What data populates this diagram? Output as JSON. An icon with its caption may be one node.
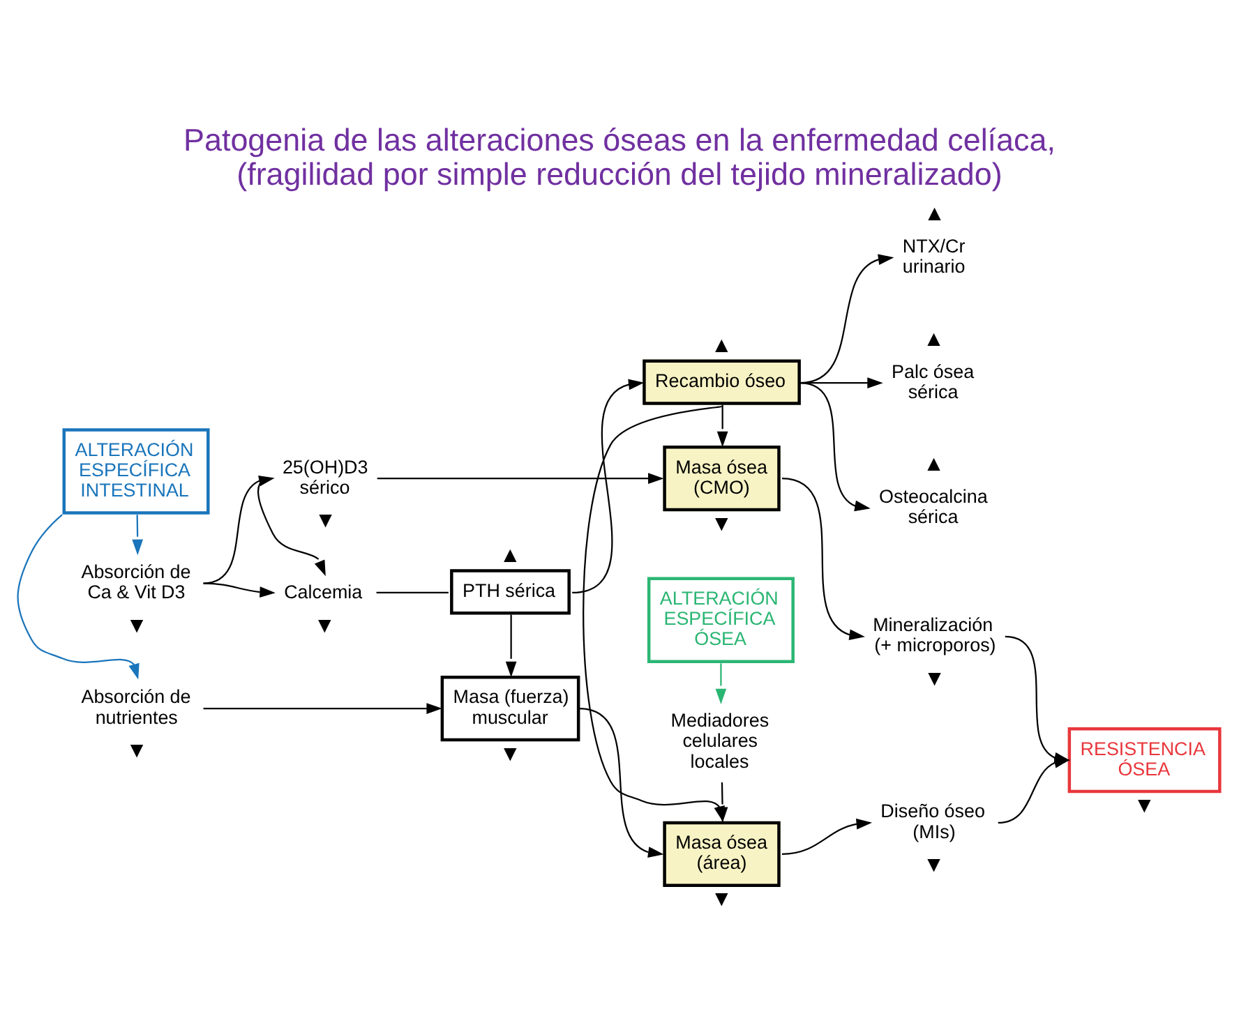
{
  "diagram": {
    "title": "Patogenia de las alteraciones óseas en la enfermedad celíaca, (fragilidad por simple reducción del tejido mineralizado)",
    "nodes": [
      {
        "text": [
          "25(OH)D3 sérico"
        ],
        "beside": [
          "▼"
        ]
      },
      {
        "text": [
          "Masa ósea (CMO)"
        ],
        "beside": [
          "▼"
        ]
      },
      {
        "text": [
          "Mineralización (+ microporos)"
        ],
        "beside": [
          "▼"
        ]
      },
      {
        "text": [
          "NTX/Cr urinario"
        ],
        "beside": [
          "▲"
        ]
      },
      {
        "text": [
          "Absorción de Ca & Vit D3"
        ],
        "beside": [
          "▼"
        ]
      },
      {
        "text": [
          "Calcemia"
        ],
        "beside": [
          "▼"
        ]
      },
      {
        "text": [
          "PTH sérica"
        ],
        "beside": [
          "▲"
        ]
      },
      {
        "text": [
          "Recambio óseo"
        ],
        "beside": [
          "▲"
        ]
      },
      {
        "text": [
          "Palc ósea sérica"
        ],
        "beside": [
          "▲"
        ]
      },
      {
        "text": [
          "RESISTENCIA ÓSEA"
        ],
        "beside": [
          "▼"
        ]
      },
      {
        "text": [
          "Osteocalcina sérica"
        ],
        "beside": [
          "▲"
        ]
      },
      {
        "text": [
          "ALTERACIÓN ESPECÍFICA INTESTINAL"
        ]
      },
      {
        "text": [
          "Absorción de nutrientes"
        ],
        "beside": [
          "▼"
        ]
      },
      {
        "text": [
          "Masa (fuerza) muscular"
        ],
        "beside": [
          "▼"
        ]
      },
      {
        "text": [
          "Masa ósea (área)"
        ],
        "beside": [
          "▼"
        ]
      },
      {
        "text": [
          "Diseño óseo (MIs)"
        ],
        "beside": [
          "▼"
        ]
      },
      {
        "text": [
          "Mediadores celulares locales"
        ]
      },
      {
        "text": [
          "ALTERACIÓN ESPECÍFICA ÓSEA"
        ]
      }
    ],
    "edges": [
      {
        "from": 4,
        "to": 0,
        "arrow": "to"
      },
      {
        "from": 0,
        "to": 1,
        "arrow": "to"
      },
      {
        "from": 0,
        "to": 5,
        "arrow": "to"
      },
      {
        "from": 4,
        "to": 5,
        "arrow": "to"
      },
      {
        "from": 5,
        "to": 6,
        "arrow": "none"
      },
      {
        "from": 6,
        "to": 7,
        "arrow": "to"
      },
      {
        "from": 7,
        "to": 1,
        "arrow": "to"
      },
      {
        "from": 1,
        "to": 2,
        "arrow": "to"
      },
      {
        "from": 7,
        "to": 3,
        "arrow": "to"
      },
      {
        "from": 7,
        "to": 8,
        "arrow": "to"
      },
      {
        "from": 7,
        "to": 10,
        "arrow": "to"
      },
      {
        "from": 2,
        "to": 9,
        "arrow": "to"
      },
      {
        "from": 6,
        "to": 13,
        "arrow": "to"
      },
      {
        "from": 7,
        "to": 14,
        "arrow": "to"
      },
      {
        "from": 12,
        "to": 13,
        "arrow": "to"
      },
      {
        "from": 13,
        "to": 14,
        "arrow": "to"
      },
      {
        "from": 14,
        "to": 15,
        "arrow": "to"
      },
      {
        "from": 15,
        "to": 9,
        "arrow": "to"
      },
      {
        "from": 11,
        "to": 4,
        "arrow": "to",
        "color": "#1a75bb"
      },
      {
        "from": 11,
        "to": 12,
        "arrow": "to",
        "color": "#1a75bb"
      },
      {
        "from": 16,
        "to": 14,
        "arrow": "to"
      },
      {
        "from": 17,
        "to": 16,
        "arrow": "to",
        "color": "#2bb673"
      }
    ]
  }
}
